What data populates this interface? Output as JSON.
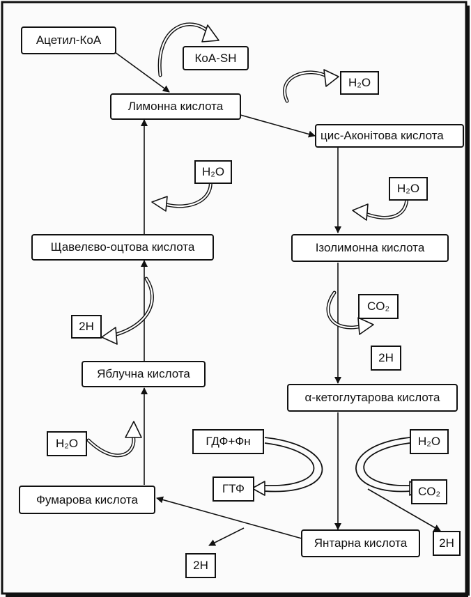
{
  "nodes": {
    "acetyl_coa": "Ацетил-КоА",
    "koa_sh": "КоА-SH",
    "citric": "Лимонна кислота",
    "cis_aconitic": "цис-Аконітова кислота",
    "isocitric": "Ізолимонна кислота",
    "oxaloacetic": "Щавелєво-оцтова кислота",
    "malic": "Яблучна кислота",
    "fumaric": "Фумарова кислота",
    "alpha_kg": "α-кетоглутарова кислота",
    "succinic": "Янтарна кислота"
  },
  "byproducts": {
    "h2o_1": "H₂O",
    "h2o_2": "H₂O",
    "h2o_3": "H₂O",
    "h2o_4": "H₂O",
    "h2o_5": "H₂O",
    "co2_1": "CO₂",
    "co2_2": "CO₂",
    "h2_1": "2H",
    "h2_2": "2H",
    "h2_3": "2H",
    "h2_4": "2H",
    "gdf": "ГДФ+Фн",
    "gtf": "ГТФ"
  }
}
